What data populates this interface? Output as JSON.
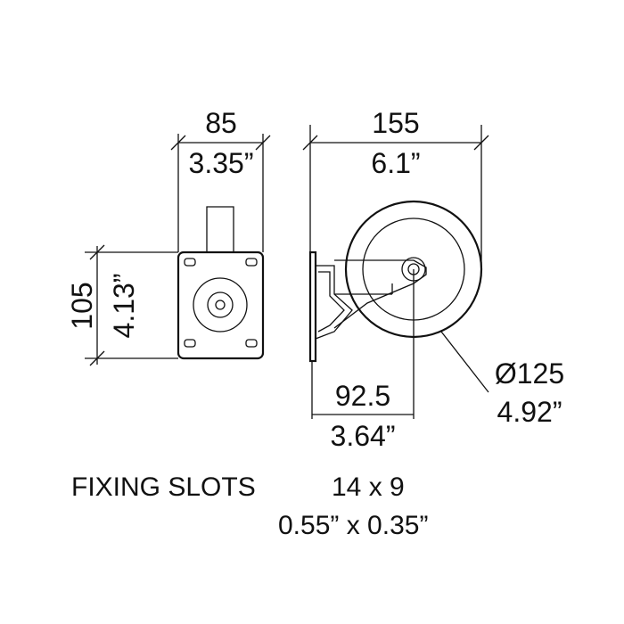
{
  "dimensions": {
    "front_width_mm": "85",
    "front_width_in": "3.35”",
    "side_width_mm": "155",
    "side_width_in": "6.1”",
    "height_mm": "105",
    "height_in": "4.13”",
    "offset_mm": "92.5",
    "offset_in": "3.64”",
    "wheel_dia_mm": "Ø125",
    "wheel_dia_in": "4.92”"
  },
  "fixing_slots": {
    "label": "FIXING SLOTS",
    "size_mm": "14 x 9",
    "size_in": "0.55” x 0.35”"
  }
}
